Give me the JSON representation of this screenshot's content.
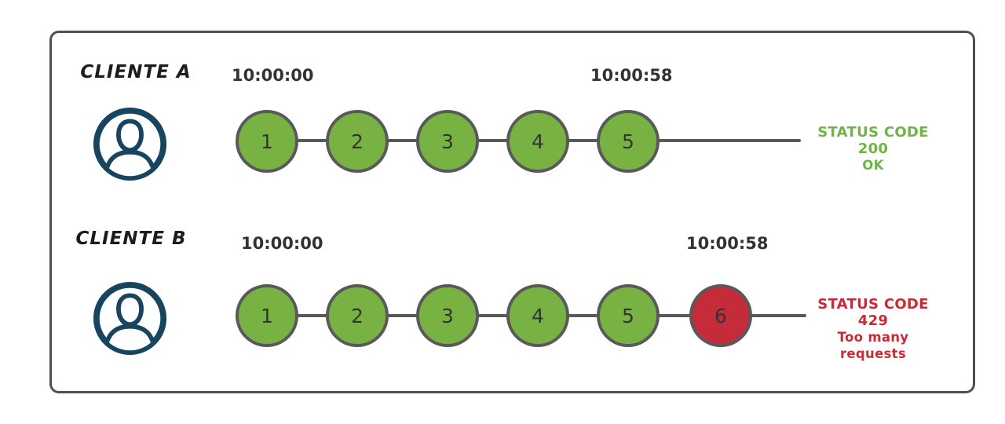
{
  "diagram_title": "rate-limit-clients-diagram",
  "rows": [
    {
      "client_label": "CLIENTE A",
      "start_time": "10:00:00",
      "end_time": "10:00:58",
      "requests": [
        "1",
        "2",
        "3",
        "4",
        "5"
      ],
      "blocked_request": null,
      "status_title": "STATUS CODE 200",
      "status_subtitle": "OK",
      "status": "success"
    },
    {
      "client_label": "CLIENTE B",
      "start_time": "10:00:00",
      "end_time": "10:00:58",
      "requests": [
        "1",
        "2",
        "3",
        "4",
        "5",
        "6"
      ],
      "blocked_request": "6",
      "status_title": "STATUS CODE 429",
      "status_subtitle": "Too many requests",
      "status": "rate-limited"
    }
  ],
  "colors": {
    "success_green": "#77b243",
    "status_green_text": "#6db546",
    "error_red": "#c52b39",
    "status_red_text": "#cc2936",
    "avatar_navy": "#17455f",
    "stroke_gray": "#595959",
    "frame_border": "#4f4f4f",
    "timestamp_text": "#323232"
  },
  "icons": {
    "avatar": "user-in-circle-icon"
  }
}
